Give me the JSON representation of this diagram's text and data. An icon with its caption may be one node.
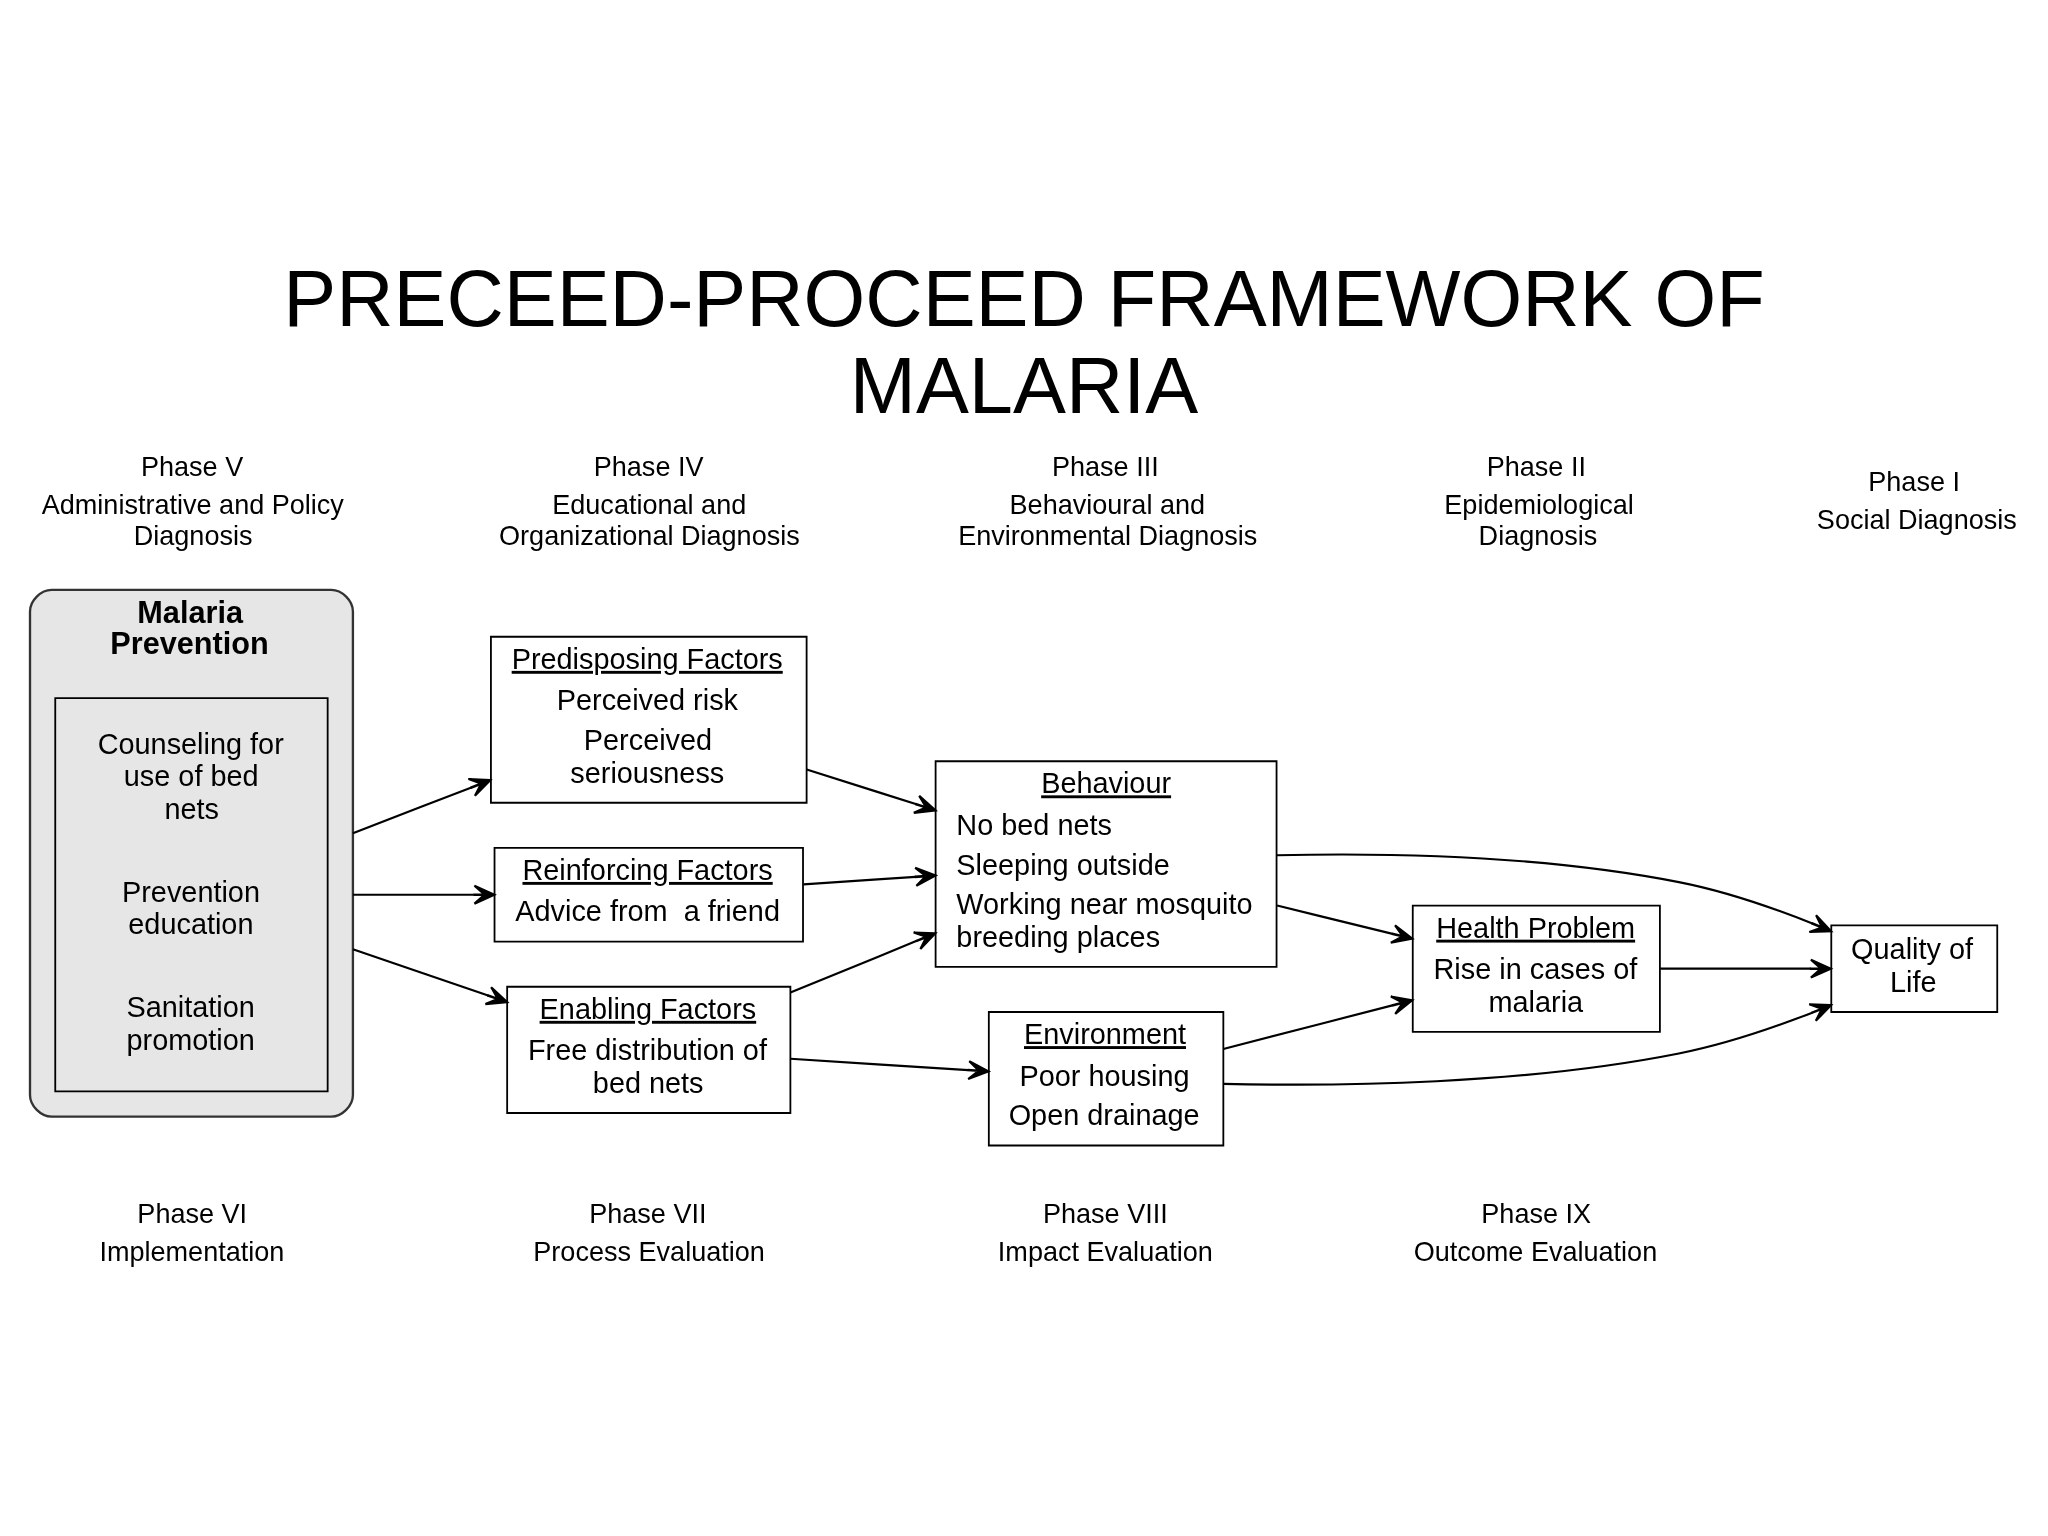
{
  "diagram": {
    "title": "PRECEED-PROCEED FRAMEWORK OF MALARIA",
    "nodes": [
      {
        "text": [
          "Malaria Prevention"
        ]
      },
      {
        "text": [
          "Counseling for use of bed nets",
          "Prevention education",
          "Sanitation promotion"
        ],
        "in": 0
      },
      {
        "text": [
          "Predisposing Factors",
          "Perceived risk",
          "Perceived seriousness"
        ]
      },
      {
        "text": [
          "Reinforcing Factors",
          "Advice from  a friend"
        ]
      },
      {
        "text": [
          "Enabling Factors",
          "Free distribution of bed nets"
        ]
      },
      {
        "text": [
          "Behaviour",
          "No bed nets",
          "Sleeping outside",
          "Working near mosquito breeding places"
        ]
      },
      {
        "text": [
          "Environment",
          "Poor housing",
          "Open drainage"
        ]
      },
      {
        "text": [
          "Health Problem",
          "Rise in cases of malaria"
        ]
      },
      {
        "text": [
          "Quality of Life"
        ]
      }
    ],
    "edges": [
      {
        "from": 0,
        "to": 2,
        "arrow": "to"
      },
      {
        "from": 0,
        "to": 3,
        "arrow": "to"
      },
      {
        "from": 0,
        "to": 4,
        "arrow": "to"
      },
      {
        "from": 2,
        "to": 5,
        "arrow": "to"
      },
      {
        "from": 3,
        "to": 5,
        "arrow": "to"
      },
      {
        "from": 4,
        "to": 5,
        "arrow": "to"
      },
      {
        "from": 4,
        "to": 6,
        "arrow": "to"
      },
      {
        "from": 5,
        "to": 7,
        "arrow": "to"
      },
      {
        "from": 6,
        "to": 7,
        "arrow": "to"
      },
      {
        "from": 5,
        "to": 8,
        "arrow": "to"
      },
      {
        "from": 6,
        "to": 8,
        "arrow": "to"
      },
      {
        "from": 7,
        "to": 8,
        "arrow": "to"
      }
    ],
    "labels": [
      "Phase V",
      "Administrative and Policy Diagnosis",
      "Phase IV",
      "Educational and Organizational Diagnosis",
      "Phase III",
      "Behavioural and Environmental Diagnosis",
      "Phase II",
      "Epidemiological Diagnosis",
      "Phase I",
      "Social Diagnosis",
      "Phase VI",
      "Implementation",
      "Phase VII",
      "Process Evaluation",
      "Phase VIII",
      "Impact Evaluation",
      "Phase IX",
      "Outcome Evaluation"
    ]
  }
}
